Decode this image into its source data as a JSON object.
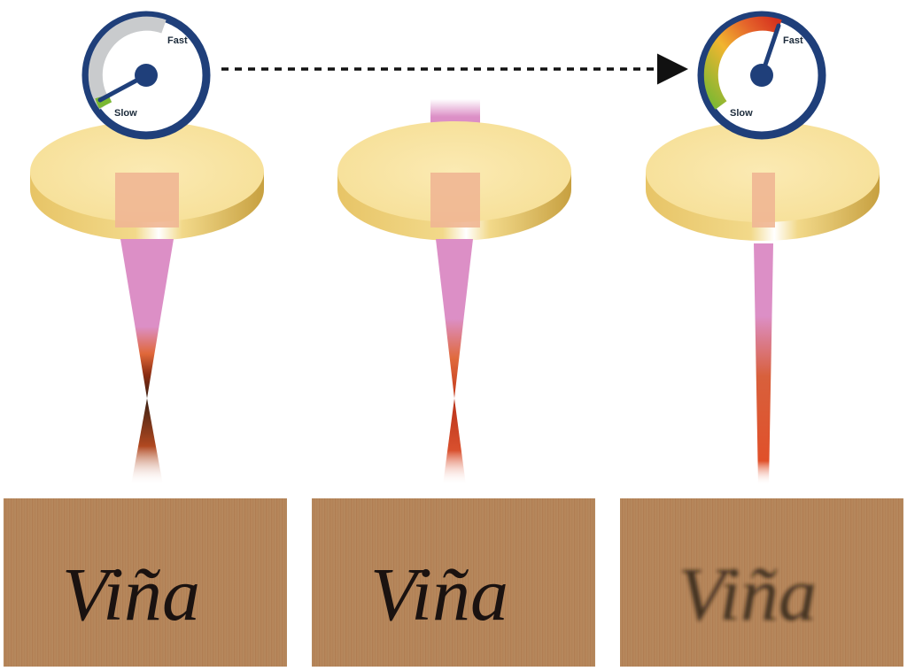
{
  "gauges": {
    "left": {
      "fast_label": "Fast",
      "slow_label": "Slow",
      "level": 0.05
    },
    "right": {
      "fast_label": "Fast",
      "slow_label": "Slow",
      "level": 0.97
    }
  },
  "samples": [
    {
      "engraving": "Viña",
      "sharpness": "sharp"
    },
    {
      "engraving": "Viña",
      "sharpness": "sharp"
    },
    {
      "engraving": "Viña",
      "sharpness": "blurred"
    }
  ],
  "colors": {
    "gauge_ring": "#1f3f7a",
    "gauge_face": "#ffffff",
    "needle": "#1f3f7a",
    "lens_top": "#f8e3a0",
    "lens_edge": "#e9c25a",
    "beam_upper": "#dc8fc6",
    "beam_focus": "#c2381b",
    "beam_dark": "#3a1f12",
    "wood": "#b4865a",
    "arrow": "#111111"
  },
  "icons": {
    "gauge": "speedometer-icon",
    "arrow": "dashed-arrow-right-icon"
  }
}
